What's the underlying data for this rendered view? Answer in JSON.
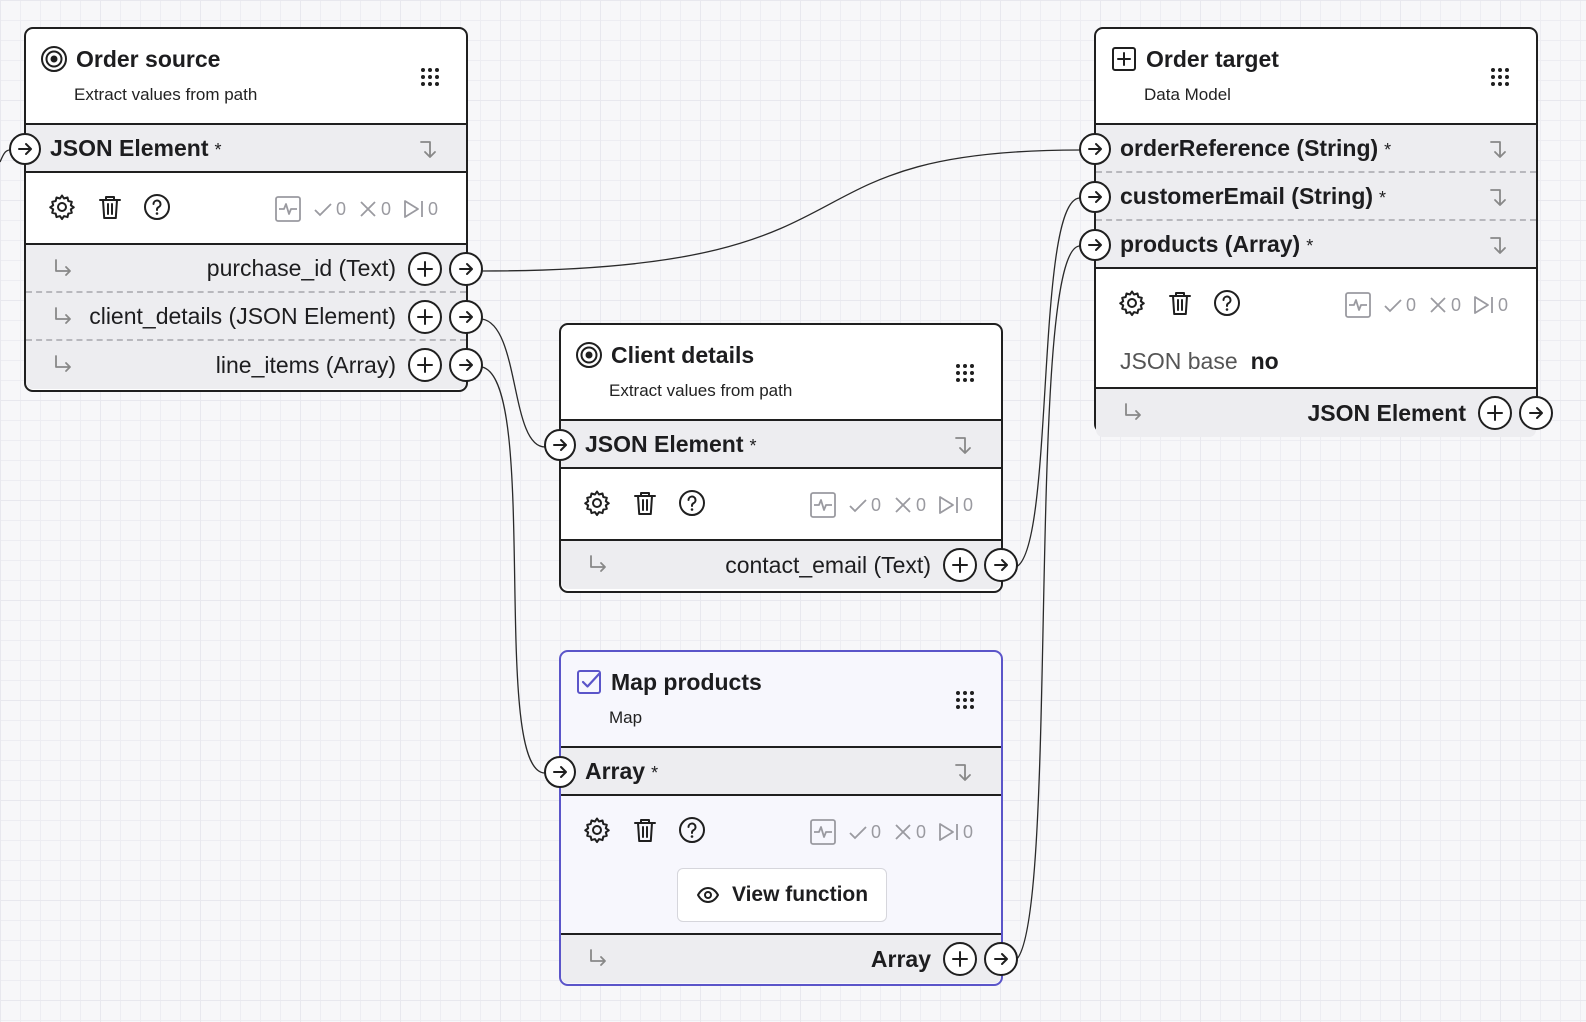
{
  "nodes": {
    "order_source": {
      "title": "Order source",
      "subtitle": "Extract values from path",
      "input": {
        "label": "JSON Element",
        "required": "*"
      },
      "stats": {
        "success": "0",
        "failed": "0",
        "skipped": "0"
      },
      "outputs": [
        {
          "label": "purchase_id (Text)"
        },
        {
          "label": "client_details (JSON Element)"
        },
        {
          "label": "line_items (Array)"
        }
      ]
    },
    "client_details": {
      "title": "Client details",
      "subtitle": "Extract values from path",
      "input": {
        "label": "JSON Element",
        "required": "*"
      },
      "stats": {
        "success": "0",
        "failed": "0",
        "skipped": "0"
      },
      "outputs": [
        {
          "label": "contact_email (Text)"
        }
      ]
    },
    "map_products": {
      "title": "Map products",
      "subtitle": "Map",
      "input": {
        "label": "Array",
        "required": "*"
      },
      "stats": {
        "success": "0",
        "failed": "0",
        "skipped": "0"
      },
      "view_function_label": "View function",
      "outputs": [
        {
          "label": "Array"
        }
      ]
    },
    "order_target": {
      "title": "Order target",
      "subtitle": "Data Model",
      "inputs": [
        {
          "label": "orderReference (String)",
          "required": "*"
        },
        {
          "label": "customerEmail (String)",
          "required": "*"
        },
        {
          "label": "products (Array)",
          "required": "*"
        }
      ],
      "stats": {
        "success": "0",
        "failed": "0",
        "skipped": "0"
      },
      "json_base": {
        "key": "JSON base",
        "value": "no"
      },
      "outputs": [
        {
          "label": "JSON Element"
        }
      ]
    }
  },
  "colors": {
    "border": "#1f1f1f",
    "selected": "#5b55c9",
    "muted": "#9a9aa0",
    "row_bg": "#ededf0"
  }
}
